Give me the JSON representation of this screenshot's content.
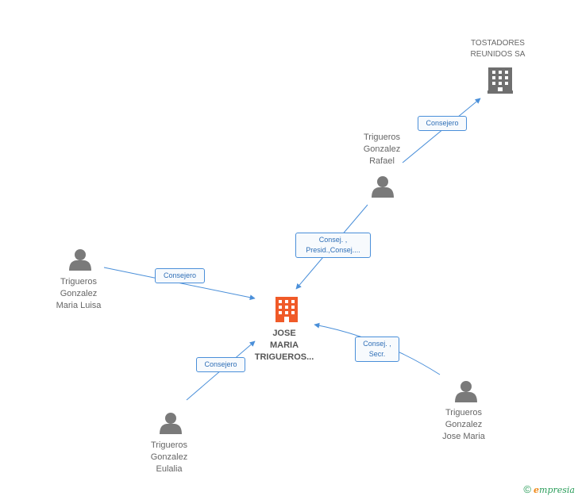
{
  "colors": {
    "edge": "#4a8fd9",
    "person": "#7a7a7a",
    "company": "#6f6f6f",
    "main_company": "#f05a28"
  },
  "nodes": {
    "tostadores": {
      "lines": [
        "TOSTADORES",
        "REUNIDOS SA"
      ],
      "icon": "building-icon"
    },
    "rafael": {
      "lines": [
        "Trigueros",
        "Gonzalez",
        "Rafael"
      ],
      "icon": "person-icon"
    },
    "maria_luisa": {
      "lines": [
        "Trigueros",
        "Gonzalez",
        "Maria Luisa"
      ],
      "icon": "person-icon"
    },
    "main": {
      "lines": [
        "JOSE",
        "MARIA",
        "TRIGUEROS..."
      ],
      "icon": "building-icon"
    },
    "eulalia": {
      "lines": [
        "Trigueros",
        "Gonzalez",
        "Eulalia"
      ],
      "icon": "person-icon"
    },
    "jose_maria": {
      "lines": [
        "Trigueros",
        "Gonzalez",
        "Jose Maria"
      ],
      "icon": "person-icon"
    }
  },
  "edges": {
    "rafael_tostadores": {
      "lines": [
        "Consejero"
      ]
    },
    "rafael_main": {
      "lines": [
        "Consej. ,",
        "Presid.,Consej...."
      ]
    },
    "maria_luisa_main": {
      "lines": [
        "Consejero"
      ]
    },
    "eulalia_main": {
      "lines": [
        "Consejero"
      ]
    },
    "jose_maria_main": {
      "lines": [
        "Consej. ,",
        "Secr."
      ]
    }
  },
  "brand": {
    "copyright": "©",
    "first_letter": "e",
    "rest": "mpresia"
  }
}
